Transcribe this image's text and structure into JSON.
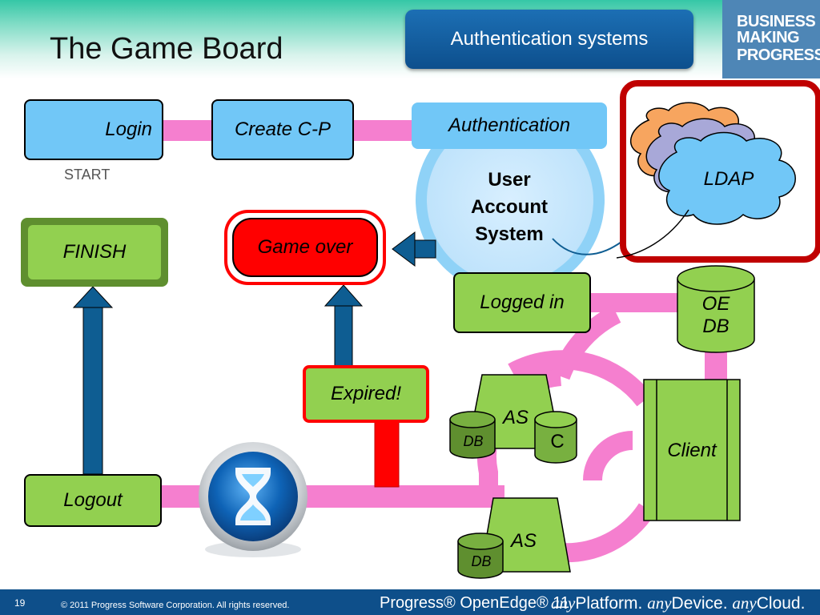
{
  "slide": {
    "title": "The Game Board",
    "topic": "Authentication systems",
    "brand": [
      "BUSINESS",
      "MAKING",
      "PROGRESS."
    ]
  },
  "nodes": {
    "login": "Login",
    "create_cp": "Create C-P",
    "authentication": "Authentication",
    "uas": [
      "User",
      "Account",
      "System"
    ],
    "ldap": "LDAP",
    "start": "START",
    "finish": "FINISH",
    "game_over": "Game over",
    "logged_in": "Logged in",
    "oe_db": [
      "OE",
      "DB"
    ],
    "expired": "Expired!",
    "as_top": "AS",
    "db_top": "DB",
    "c": "C",
    "client": "Client",
    "logout": "Logout",
    "as_bottom": "AS",
    "db_bottom": "DB"
  },
  "footer": {
    "page": "19",
    "copyright": "© 2011 Progress Software Corporation. All rights reserved.",
    "product": "Progress® OpenEdge® 11",
    "tagline": [
      "any",
      "Platform.",
      "any",
      "Device.",
      "any",
      "Cloud."
    ]
  },
  "colors": {
    "path_pink": "#f57fcf",
    "node_green": "#92d050",
    "node_blue": "#71c7f7",
    "alert_red": "#ff0000",
    "arrow_blue": "#0e5d92",
    "frame_red": "#c00000"
  }
}
